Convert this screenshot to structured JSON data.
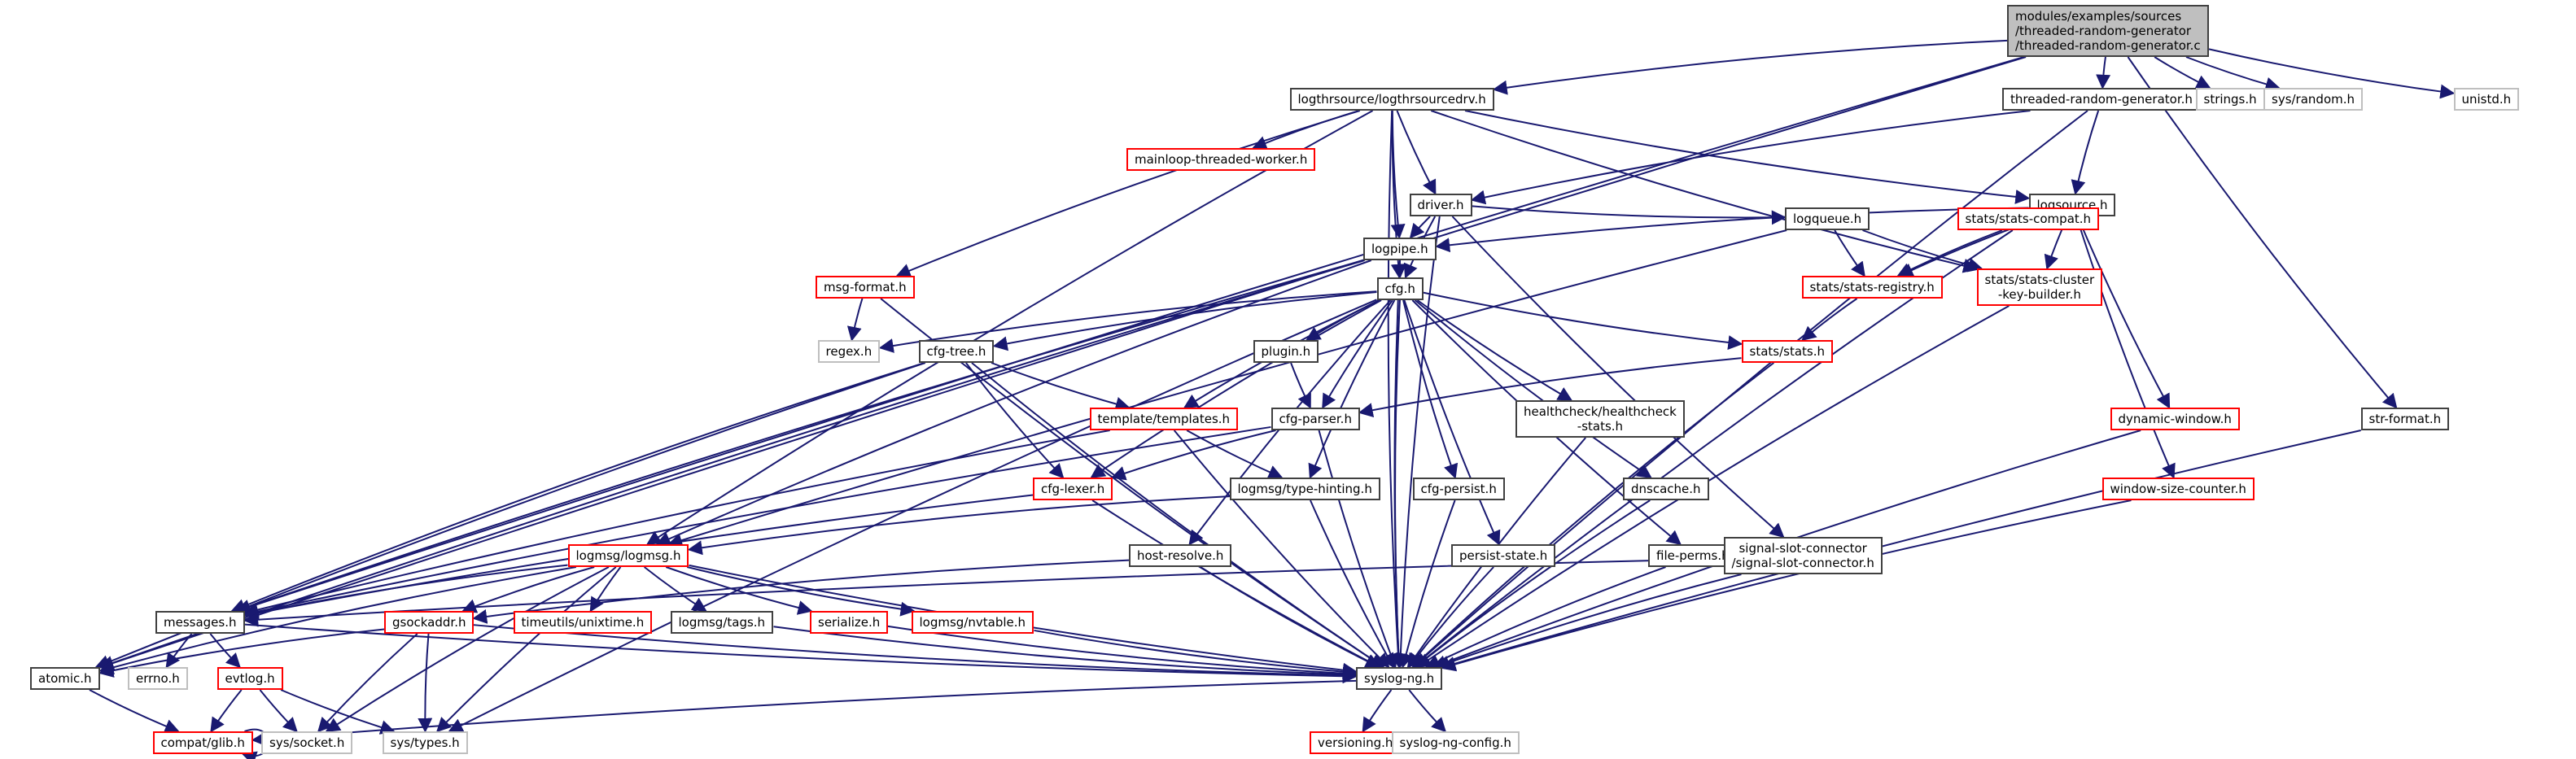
{
  "graph": {
    "title": "Include dependency graph",
    "edge_color": "#191970",
    "node_styles": {
      "root": {
        "fill": "#bfbfbf",
        "border": "#404040"
      },
      "documented": {
        "fill": "#ffffff",
        "border": "#404040"
      },
      "undocumented": {
        "fill": "#ffffff",
        "border": "#ff0000"
      },
      "external": {
        "fill": "#ffffff",
        "border": "#bfbfbf"
      }
    },
    "nodes": [
      {
        "id": "root",
        "label": "modules/examples/sources\n/threaded-random-generator\n/threaded-random-generator.c",
        "style": "root"
      },
      {
        "id": "logthrsourcedrv",
        "label": "logthrsource/logthrsourcedrv.h",
        "style": "documented"
      },
      {
        "id": "trg_h",
        "label": "threaded-random-generator.h",
        "style": "documented"
      },
      {
        "id": "strings",
        "label": "strings.h",
        "style": "external"
      },
      {
        "id": "sysrandom",
        "label": "sys/random.h",
        "style": "external"
      },
      {
        "id": "unistd",
        "label": "unistd.h",
        "style": "external"
      },
      {
        "id": "mainloop",
        "label": "mainloop-threaded-worker.h",
        "style": "undocumented"
      },
      {
        "id": "driver",
        "label": "driver.h",
        "style": "documented"
      },
      {
        "id": "logsource",
        "label": "logsource.h",
        "style": "documented"
      },
      {
        "id": "logpipe",
        "label": "logpipe.h",
        "style": "documented"
      },
      {
        "id": "logqueue",
        "label": "logqueue.h",
        "style": "documented"
      },
      {
        "id": "statscompat",
        "label": "stats/stats-compat.h",
        "style": "undocumented"
      },
      {
        "id": "msgformat",
        "label": "msg-format.h",
        "style": "undocumented"
      },
      {
        "id": "cfg",
        "label": "cfg.h",
        "style": "documented"
      },
      {
        "id": "statsregistry",
        "label": "stats/stats-registry.h",
        "style": "undocumented"
      },
      {
        "id": "statscluster",
        "label": "stats/stats-cluster\n-key-builder.h",
        "style": "undocumented"
      },
      {
        "id": "regex",
        "label": "regex.h",
        "style": "external"
      },
      {
        "id": "cfgtree",
        "label": "cfg-tree.h",
        "style": "documented"
      },
      {
        "id": "plugin",
        "label": "plugin.h",
        "style": "documented"
      },
      {
        "id": "stats",
        "label": "stats/stats.h",
        "style": "undocumented"
      },
      {
        "id": "templates",
        "label": "template/templates.h",
        "style": "undocumented"
      },
      {
        "id": "cfgparser",
        "label": "cfg-parser.h",
        "style": "documented"
      },
      {
        "id": "healthcheck",
        "label": "healthcheck/healthcheck\n-stats.h",
        "style": "documented"
      },
      {
        "id": "dynwindow",
        "label": "dynamic-window.h",
        "style": "undocumented"
      },
      {
        "id": "strformat",
        "label": "str-format.h",
        "style": "documented"
      },
      {
        "id": "cfglexer",
        "label": "cfg-lexer.h",
        "style": "undocumented"
      },
      {
        "id": "typehinting",
        "label": "logmsg/type-hinting.h",
        "style": "documented"
      },
      {
        "id": "cfgpersist",
        "label": "cfg-persist.h",
        "style": "documented"
      },
      {
        "id": "dnscache",
        "label": "dnscache.h",
        "style": "documented"
      },
      {
        "id": "wsc",
        "label": "window-size-counter.h",
        "style": "undocumented"
      },
      {
        "id": "logmsg",
        "label": "logmsg/logmsg.h",
        "style": "undocumented"
      },
      {
        "id": "hostresolve",
        "label": "host-resolve.h",
        "style": "documented"
      },
      {
        "id": "persiststate",
        "label": "persist-state.h",
        "style": "documented"
      },
      {
        "id": "fileperms",
        "label": "file-perms.h",
        "style": "documented"
      },
      {
        "id": "sigslot",
        "label": "signal-slot-connector\n/signal-slot-connector.h",
        "style": "documented"
      },
      {
        "id": "messages",
        "label": "messages.h",
        "style": "documented"
      },
      {
        "id": "gsockaddr",
        "label": "gsockaddr.h",
        "style": "undocumented"
      },
      {
        "id": "unixtime",
        "label": "timeutils/unixtime.h",
        "style": "undocumented"
      },
      {
        "id": "tags",
        "label": "logmsg/tags.h",
        "style": "documented"
      },
      {
        "id": "serialize",
        "label": "serialize.h",
        "style": "undocumented"
      },
      {
        "id": "nvtable",
        "label": "logmsg/nvtable.h",
        "style": "undocumented"
      },
      {
        "id": "atomic",
        "label": "atomic.h",
        "style": "documented"
      },
      {
        "id": "errno",
        "label": "errno.h",
        "style": "external"
      },
      {
        "id": "evtlog",
        "label": "evtlog.h",
        "style": "undocumented"
      },
      {
        "id": "syslogng",
        "label": "syslog-ng.h",
        "style": "documented"
      },
      {
        "id": "glib",
        "label": "compat/glib.h",
        "style": "undocumented"
      },
      {
        "id": "syssocket",
        "label": "sys/socket.h",
        "style": "external"
      },
      {
        "id": "systypes",
        "label": "sys/types.h",
        "style": "external"
      },
      {
        "id": "versioning",
        "label": "versioning.h",
        "style": "undocumented"
      },
      {
        "id": "syslogngconfig",
        "label": "syslog-ng-config.h",
        "style": "external"
      }
    ],
    "edges": [
      [
        "root",
        "logthrsourcedrv"
      ],
      [
        "root",
        "trg_h"
      ],
      [
        "root",
        "strings"
      ],
      [
        "root",
        "sysrandom"
      ],
      [
        "root",
        "unistd"
      ],
      [
        "root",
        "atomic"
      ],
      [
        "root",
        "messages"
      ],
      [
        "root",
        "strformat"
      ],
      [
        "logthrsourcedrv",
        "mainloop"
      ],
      [
        "logthrsourcedrv",
        "driver"
      ],
      [
        "logthrsourcedrv",
        "logsource"
      ],
      [
        "logthrsourcedrv",
        "logpipe"
      ],
      [
        "logthrsourcedrv",
        "cfg"
      ],
      [
        "logthrsourcedrv",
        "msgformat"
      ],
      [
        "logthrsourcedrv",
        "logmsg"
      ],
      [
        "logthrsourcedrv",
        "syslogng"
      ],
      [
        "logthrsourcedrv",
        "statscluster"
      ],
      [
        "trg_h",
        "driver"
      ],
      [
        "trg_h",
        "logsource"
      ],
      [
        "trg_h",
        "syslogng"
      ],
      [
        "driver",
        "logpipe"
      ],
      [
        "driver",
        "logqueue"
      ],
      [
        "driver",
        "cfg"
      ],
      [
        "driver",
        "sigslot"
      ],
      [
        "driver",
        "syslogng"
      ],
      [
        "logsource",
        "logpipe"
      ],
      [
        "logsource",
        "statsregistry"
      ],
      [
        "logsource",
        "statscluster"
      ],
      [
        "logsource",
        "statscompat"
      ],
      [
        "logsource",
        "dynwindow"
      ],
      [
        "logsource",
        "wsc"
      ],
      [
        "logpipe",
        "cfg"
      ],
      [
        "logpipe",
        "atomic"
      ],
      [
        "logpipe",
        "messages"
      ],
      [
        "logpipe",
        "logmsg"
      ],
      [
        "logpipe",
        "syslogng"
      ],
      [
        "logqueue",
        "statsregistry"
      ],
      [
        "logqueue",
        "statscluster"
      ],
      [
        "logqueue",
        "logmsg"
      ],
      [
        "statscompat",
        "statsregistry"
      ],
      [
        "statscompat",
        "syslogng"
      ],
      [
        "statsregistry",
        "stats"
      ],
      [
        "statscluster",
        "syslogng"
      ],
      [
        "msgformat",
        "regex"
      ],
      [
        "msgformat",
        "syslogng"
      ],
      [
        "cfg",
        "regex"
      ],
      [
        "cfg",
        "cfgtree"
      ],
      [
        "cfg",
        "plugin"
      ],
      [
        "cfg",
        "stats"
      ],
      [
        "cfg",
        "templates"
      ],
      [
        "cfg",
        "cfgparser"
      ],
      [
        "cfg",
        "healthcheck"
      ],
      [
        "cfg",
        "cfglexer"
      ],
      [
        "cfg",
        "typehinting"
      ],
      [
        "cfg",
        "cfgpersist"
      ],
      [
        "cfg",
        "dnscache"
      ],
      [
        "cfg",
        "hostresolve"
      ],
      [
        "cfg",
        "persiststate"
      ],
      [
        "cfg",
        "fileperms"
      ],
      [
        "cfg",
        "systypes"
      ],
      [
        "cfg",
        "syslogng"
      ],
      [
        "cfgtree",
        "templates"
      ],
      [
        "cfgtree",
        "cfglexer"
      ],
      [
        "cfgtree",
        "messages"
      ],
      [
        "cfgtree",
        "atomic"
      ],
      [
        "cfgtree",
        "syslogng"
      ],
      [
        "plugin",
        "cfgparser"
      ],
      [
        "stats",
        "cfgparser"
      ],
      [
        "stats",
        "syslogng"
      ],
      [
        "templates",
        "typehinting"
      ],
      [
        "templates",
        "messages"
      ],
      [
        "templates",
        "syslogng"
      ],
      [
        "cfgparser",
        "cfglexer"
      ],
      [
        "cfgparser",
        "messages"
      ],
      [
        "cfgparser",
        "syslogng"
      ],
      [
        "healthcheck",
        "syslogng"
      ],
      [
        "dynwindow",
        "syslogng"
      ],
      [
        "strformat",
        "syslogng"
      ],
      [
        "cfglexer",
        "messages"
      ],
      [
        "cfglexer",
        "syslogng"
      ],
      [
        "typehinting",
        "logmsg"
      ],
      [
        "typehinting",
        "syslogng"
      ],
      [
        "cfgpersist",
        "syslogng"
      ],
      [
        "dnscache",
        "syslogng"
      ],
      [
        "wsc",
        "syslogng"
      ],
      [
        "logmsg",
        "messages"
      ],
      [
        "logmsg",
        "gsockaddr"
      ],
      [
        "logmsg",
        "unixtime"
      ],
      [
        "logmsg",
        "tags"
      ],
      [
        "logmsg",
        "serialize"
      ],
      [
        "logmsg",
        "nvtable"
      ],
      [
        "logmsg",
        "atomic"
      ],
      [
        "logmsg",
        "syssocket"
      ],
      [
        "logmsg",
        "systypes"
      ],
      [
        "logmsg",
        "syslogng"
      ],
      [
        "hostresolve",
        "gsockaddr"
      ],
      [
        "hostresolve",
        "syslogng"
      ],
      [
        "persiststate",
        "syslogng"
      ],
      [
        "fileperms",
        "syslogng"
      ],
      [
        "sigslot",
        "messages"
      ],
      [
        "sigslot",
        "syslogng"
      ],
      [
        "messages",
        "errno"
      ],
      [
        "messages",
        "evtlog"
      ],
      [
        "messages",
        "syslogng"
      ],
      [
        "gsockaddr",
        "syssocket"
      ],
      [
        "gsockaddr",
        "systypes"
      ],
      [
        "gsockaddr",
        "atomic"
      ],
      [
        "gsockaddr",
        "syslogng"
      ],
      [
        "tags",
        "syslogng"
      ],
      [
        "serialize",
        "syslogng"
      ],
      [
        "nvtable",
        "syslogng"
      ],
      [
        "atomic",
        "glib"
      ],
      [
        "evtlog",
        "glib"
      ],
      [
        "evtlog",
        "syssocket"
      ],
      [
        "evtlog",
        "systypes"
      ],
      [
        "syslogng",
        "versioning"
      ],
      [
        "syslogng",
        "syslogngconfig"
      ],
      [
        "syslogng",
        "glib"
      ],
      [
        "glib",
        "glib"
      ]
    ]
  }
}
